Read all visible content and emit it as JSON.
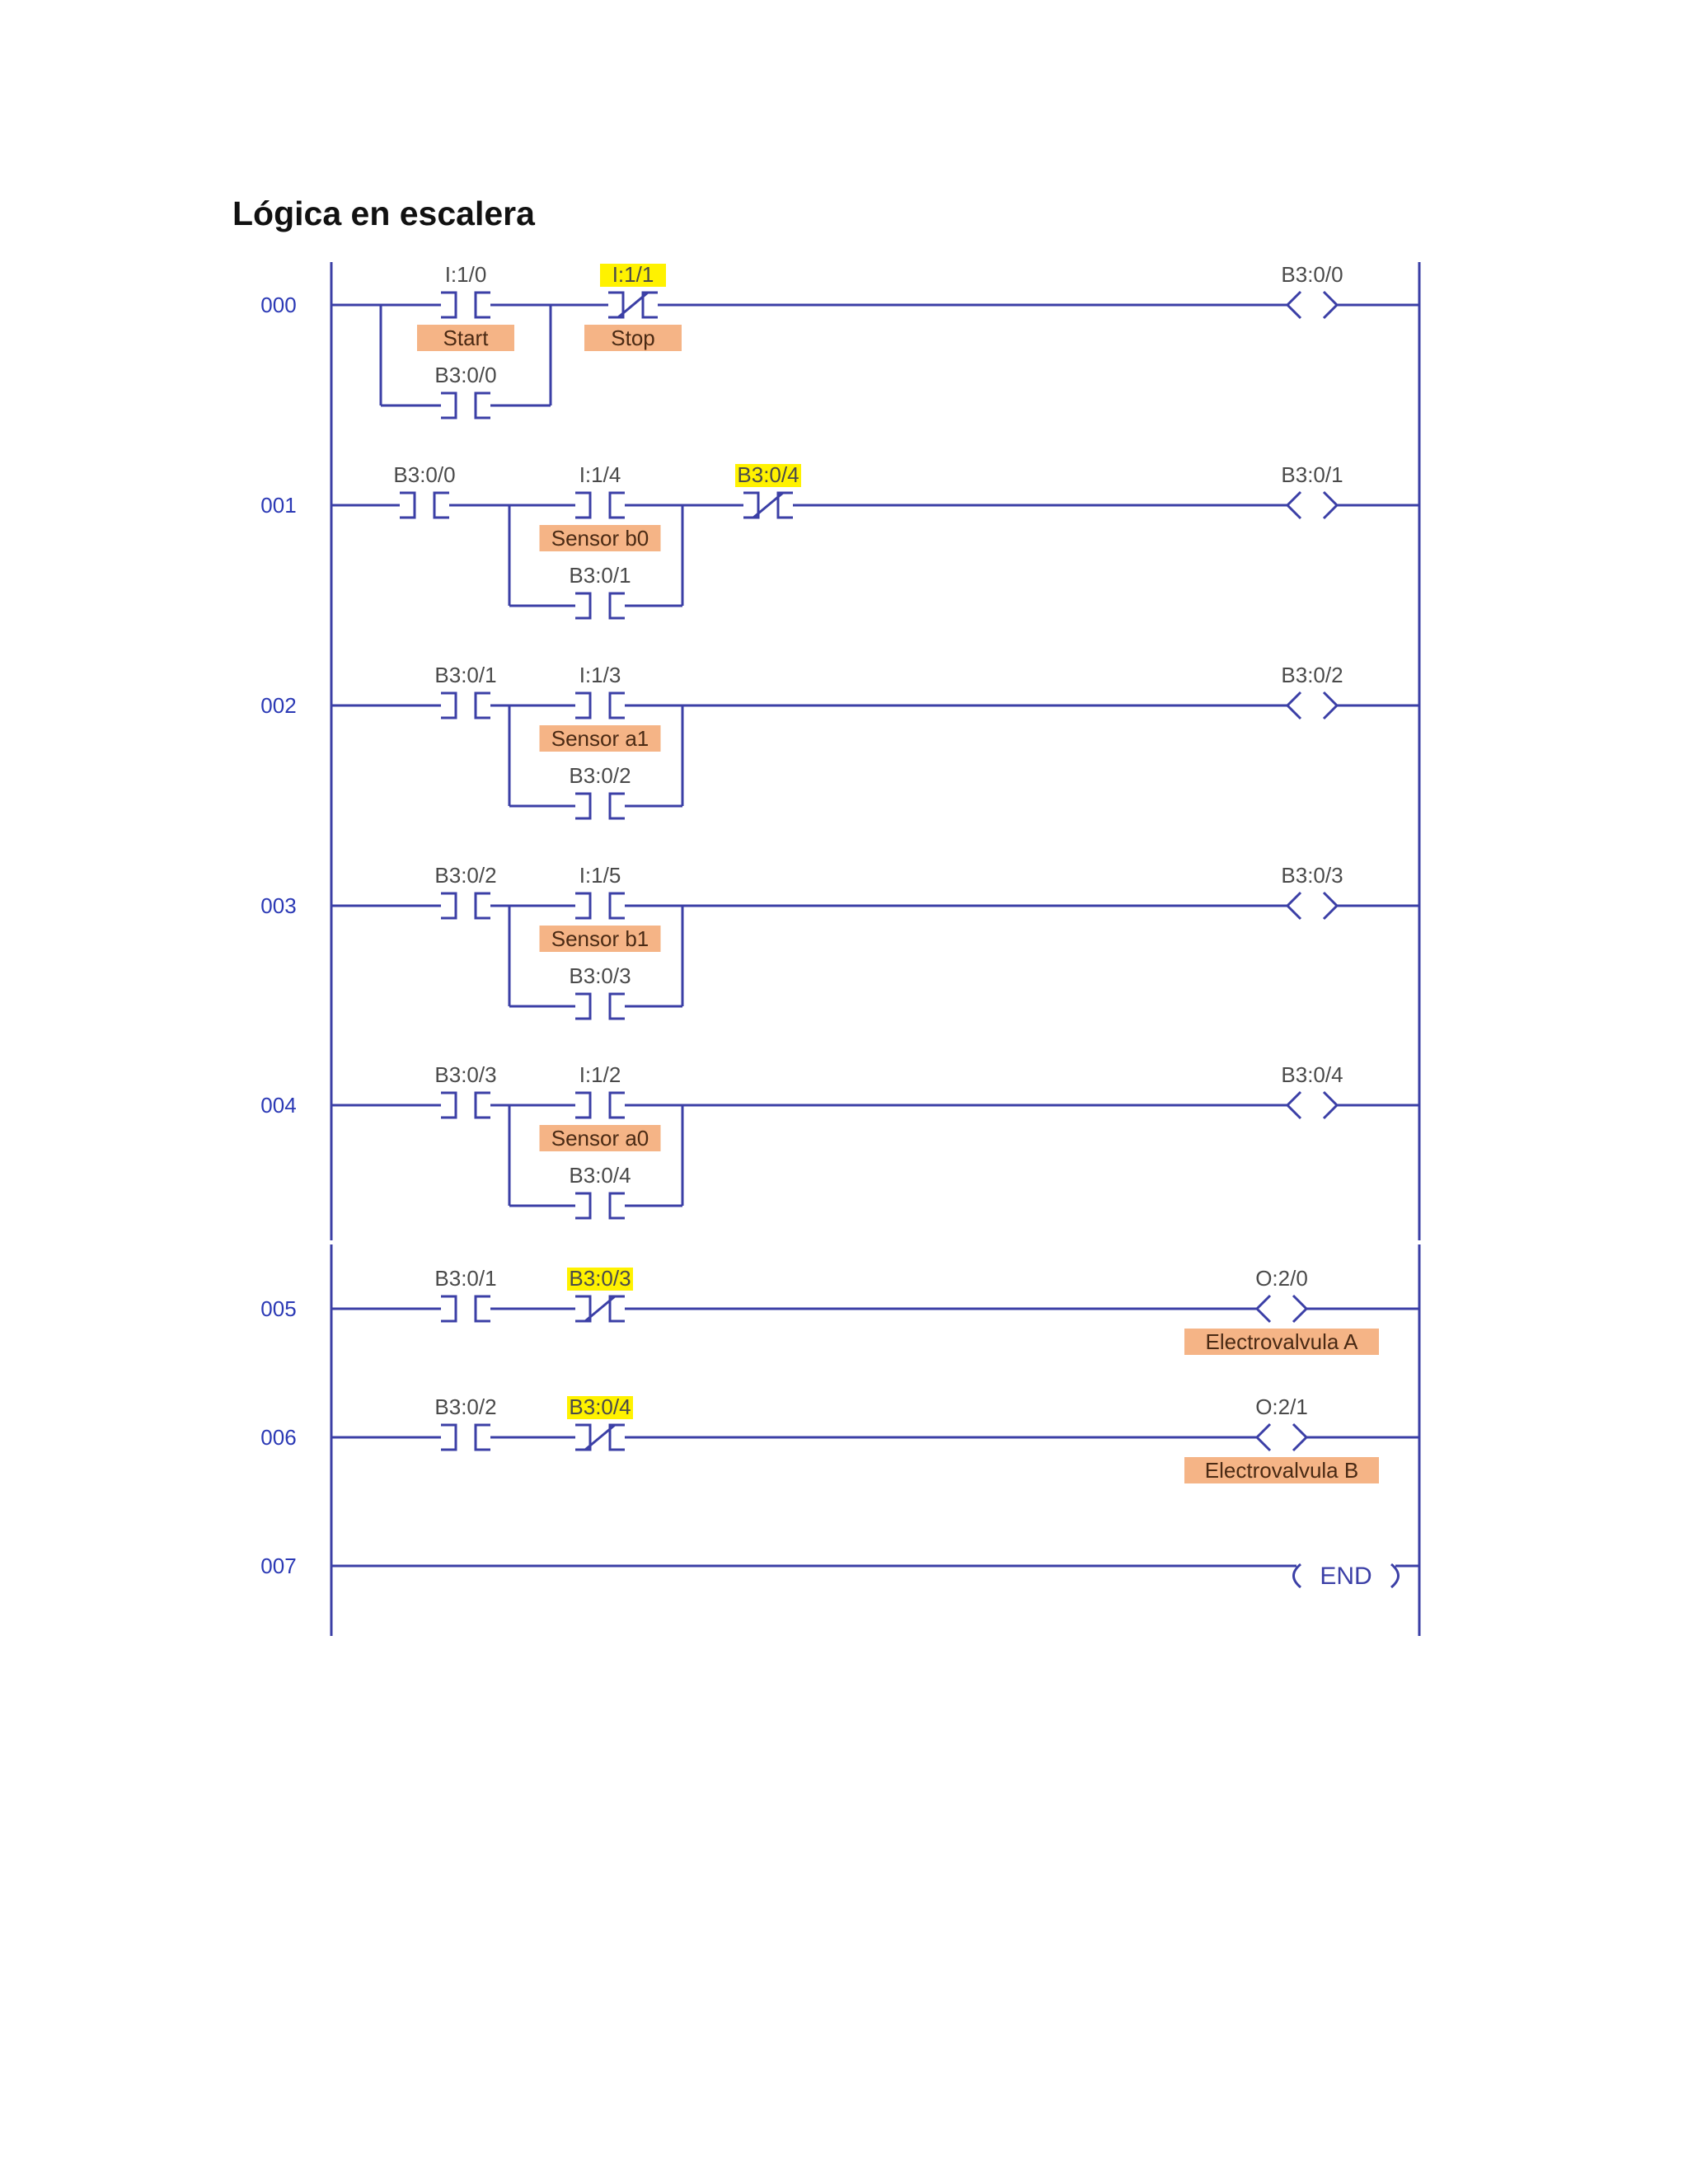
{
  "title": "Lógica en escalera",
  "colors": {
    "wire": "#3b3fa6",
    "rung_number": "#2b39b5",
    "symbol_label": "#4a4a4a",
    "highlight": "#fff200",
    "desc_fill": "#f5b486",
    "desc_text": "#4a2a14"
  },
  "rungs": [
    {
      "number": "000",
      "elements": [
        {
          "type": "NO",
          "address": "I:1/0",
          "description": "Start",
          "highlighted": false
        },
        {
          "type": "NC",
          "address": "I:1/1",
          "description": "Stop",
          "highlighted": true
        }
      ],
      "branch": {
        "contact": {
          "type": "NO",
          "address": "B3:0/0",
          "description": "",
          "highlighted": false
        },
        "parallel_to": 0
      },
      "output": {
        "type": "OTE",
        "address": "B3:0/0",
        "description": ""
      }
    },
    {
      "number": "001",
      "elements": [
        {
          "type": "NO",
          "address": "B3:0/0",
          "description": "",
          "highlighted": false
        },
        {
          "type": "NO",
          "address": "I:1/4",
          "description": "Sensor b0",
          "highlighted": false
        },
        {
          "type": "NC",
          "address": "B3:0/4",
          "description": "",
          "highlighted": true
        }
      ],
      "branch": {
        "contact": {
          "type": "NO",
          "address": "B3:0/1",
          "description": "",
          "highlighted": false
        },
        "parallel_to": 1
      },
      "output": {
        "type": "OTE",
        "address": "B3:0/1",
        "description": ""
      }
    },
    {
      "number": "002",
      "elements": [
        {
          "type": "NO",
          "address": "B3:0/1",
          "description": "",
          "highlighted": false
        },
        {
          "type": "NO",
          "address": "I:1/3",
          "description": "Sensor a1",
          "highlighted": false
        }
      ],
      "branch": {
        "contact": {
          "type": "NO",
          "address": "B3:0/2",
          "description": "",
          "highlighted": false
        },
        "parallel_to": 1
      },
      "output": {
        "type": "OTE",
        "address": "B3:0/2",
        "description": ""
      }
    },
    {
      "number": "003",
      "elements": [
        {
          "type": "NO",
          "address": "B3:0/2",
          "description": "",
          "highlighted": false
        },
        {
          "type": "NO",
          "address": "I:1/5",
          "description": "Sensor b1",
          "highlighted": false
        }
      ],
      "branch": {
        "contact": {
          "type": "NO",
          "address": "B3:0/3",
          "description": "",
          "highlighted": false
        },
        "parallel_to": 1
      },
      "output": {
        "type": "OTE",
        "address": "B3:0/3",
        "description": ""
      }
    },
    {
      "number": "004",
      "elements": [
        {
          "type": "NO",
          "address": "B3:0/3",
          "description": "",
          "highlighted": false
        },
        {
          "type": "NO",
          "address": "I:1/2",
          "description": "Sensor a0",
          "highlighted": false
        }
      ],
      "branch": {
        "contact": {
          "type": "NO",
          "address": "B3:0/4",
          "description": "",
          "highlighted": false
        },
        "parallel_to": 1
      },
      "output": {
        "type": "OTE",
        "address": "B3:0/4",
        "description": ""
      }
    },
    {
      "number": "005",
      "elements": [
        {
          "type": "NO",
          "address": "B3:0/1",
          "description": "",
          "highlighted": false
        },
        {
          "type": "NC",
          "address": "B3:0/3",
          "description": "",
          "highlighted": true
        }
      ],
      "branch": null,
      "output": {
        "type": "OTE",
        "address": "O:2/0",
        "description": "Electrovalvula A"
      }
    },
    {
      "number": "006",
      "elements": [
        {
          "type": "NO",
          "address": "B3:0/2",
          "description": "",
          "highlighted": false
        },
        {
          "type": "NC",
          "address": "B3:0/4",
          "description": "",
          "highlighted": true
        }
      ],
      "branch": null,
      "output": {
        "type": "OTE",
        "address": "O:2/1",
        "description": "Electrovalvula B"
      }
    },
    {
      "number": "007",
      "elements": [],
      "branch": null,
      "output": {
        "type": "END",
        "address": "",
        "description": "",
        "label": "END"
      }
    }
  ]
}
